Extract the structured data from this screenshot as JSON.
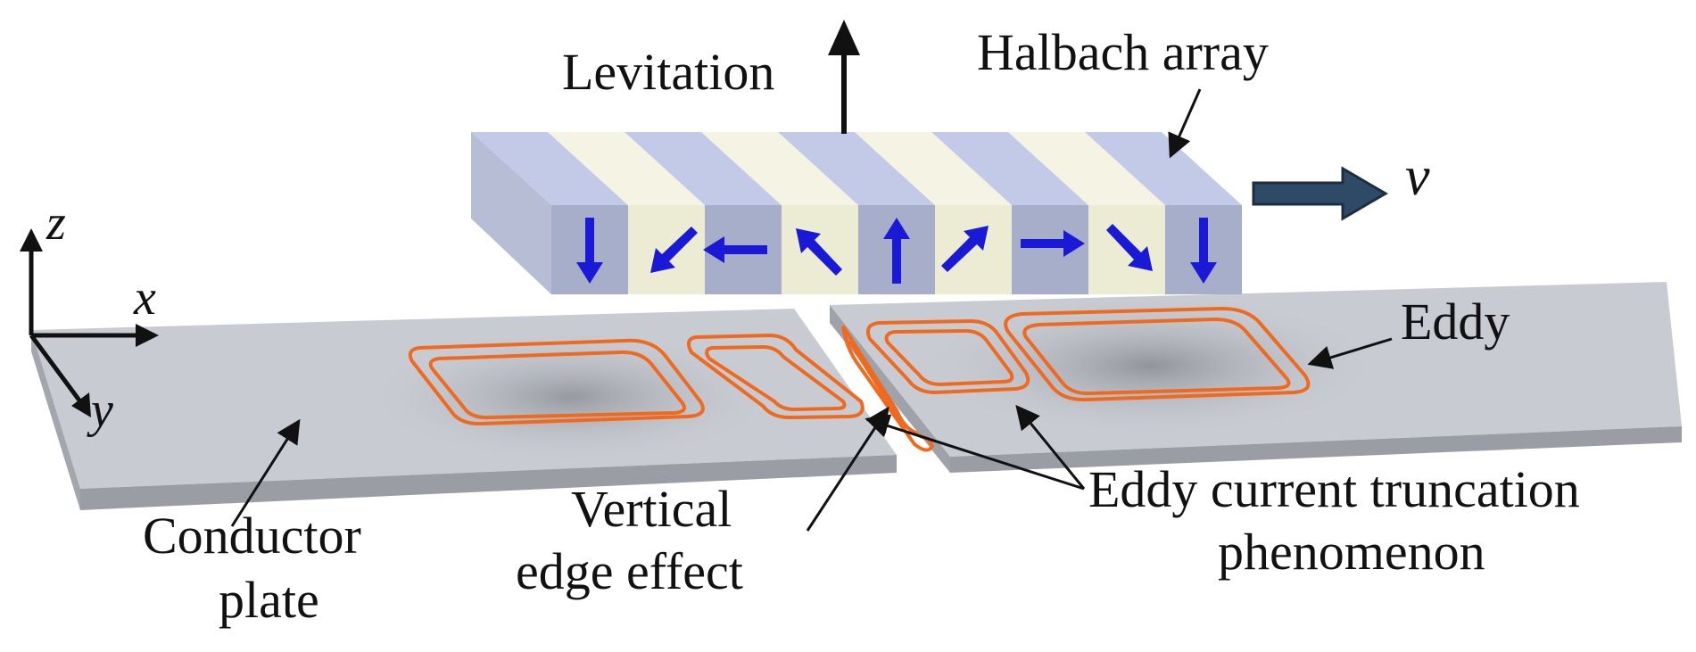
{
  "labels": {
    "levitation": "Levitation",
    "halbach_array": "Halbach array",
    "velocity": "v",
    "eddy": "Eddy",
    "conductor_plate_line1": "Conductor",
    "conductor_plate_line2": "plate",
    "vertical_edge_line1": "Vertical",
    "vertical_edge_line2": "edge effect",
    "truncation_line1": "Eddy current truncation",
    "truncation_line2": "phenomenon"
  },
  "axes": {
    "z": "z",
    "x": "x",
    "y": "y"
  },
  "colors": {
    "magnet_dark": "#a6aec9",
    "magnet_light": "#ecebd3",
    "magnet_top": "#c2cae8",
    "magnet_arrow": "#1a1ad6",
    "plate_top": "#c8cbd2",
    "plate_side": "#a3a6ad",
    "eddy_loop": "#ef6a1f",
    "velocity_arrow": "#2e4a66"
  },
  "halbach_magnet_directions": [
    "down",
    "down-left",
    "left",
    "up-left",
    "up",
    "up-right",
    "right",
    "down-right",
    "down"
  ]
}
